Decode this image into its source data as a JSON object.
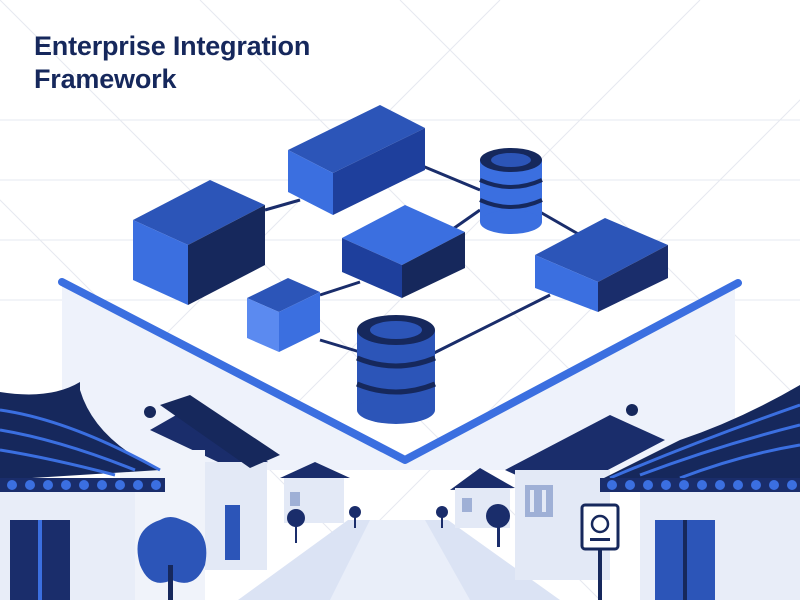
{
  "header": {
    "title_line1": "Enterprise Integration",
    "title_line2": "Framework"
  },
  "colors": {
    "title": "#16285c",
    "navy": "#1a2d6b",
    "blue": "#3b6fe0",
    "mid_blue": "#2c55b8",
    "platform": "#eef2fb",
    "grid": "#e6e9f0"
  },
  "illustration": {
    "nodes": [
      "block-navy",
      "block-blue-top",
      "database-top",
      "block-center",
      "block-right",
      "block-small",
      "database-bottom"
    ],
    "scene": [
      "hanok-roof-left",
      "hanok-roof-right",
      "house-left",
      "house-right",
      "street",
      "tree",
      "street-sign"
    ]
  }
}
